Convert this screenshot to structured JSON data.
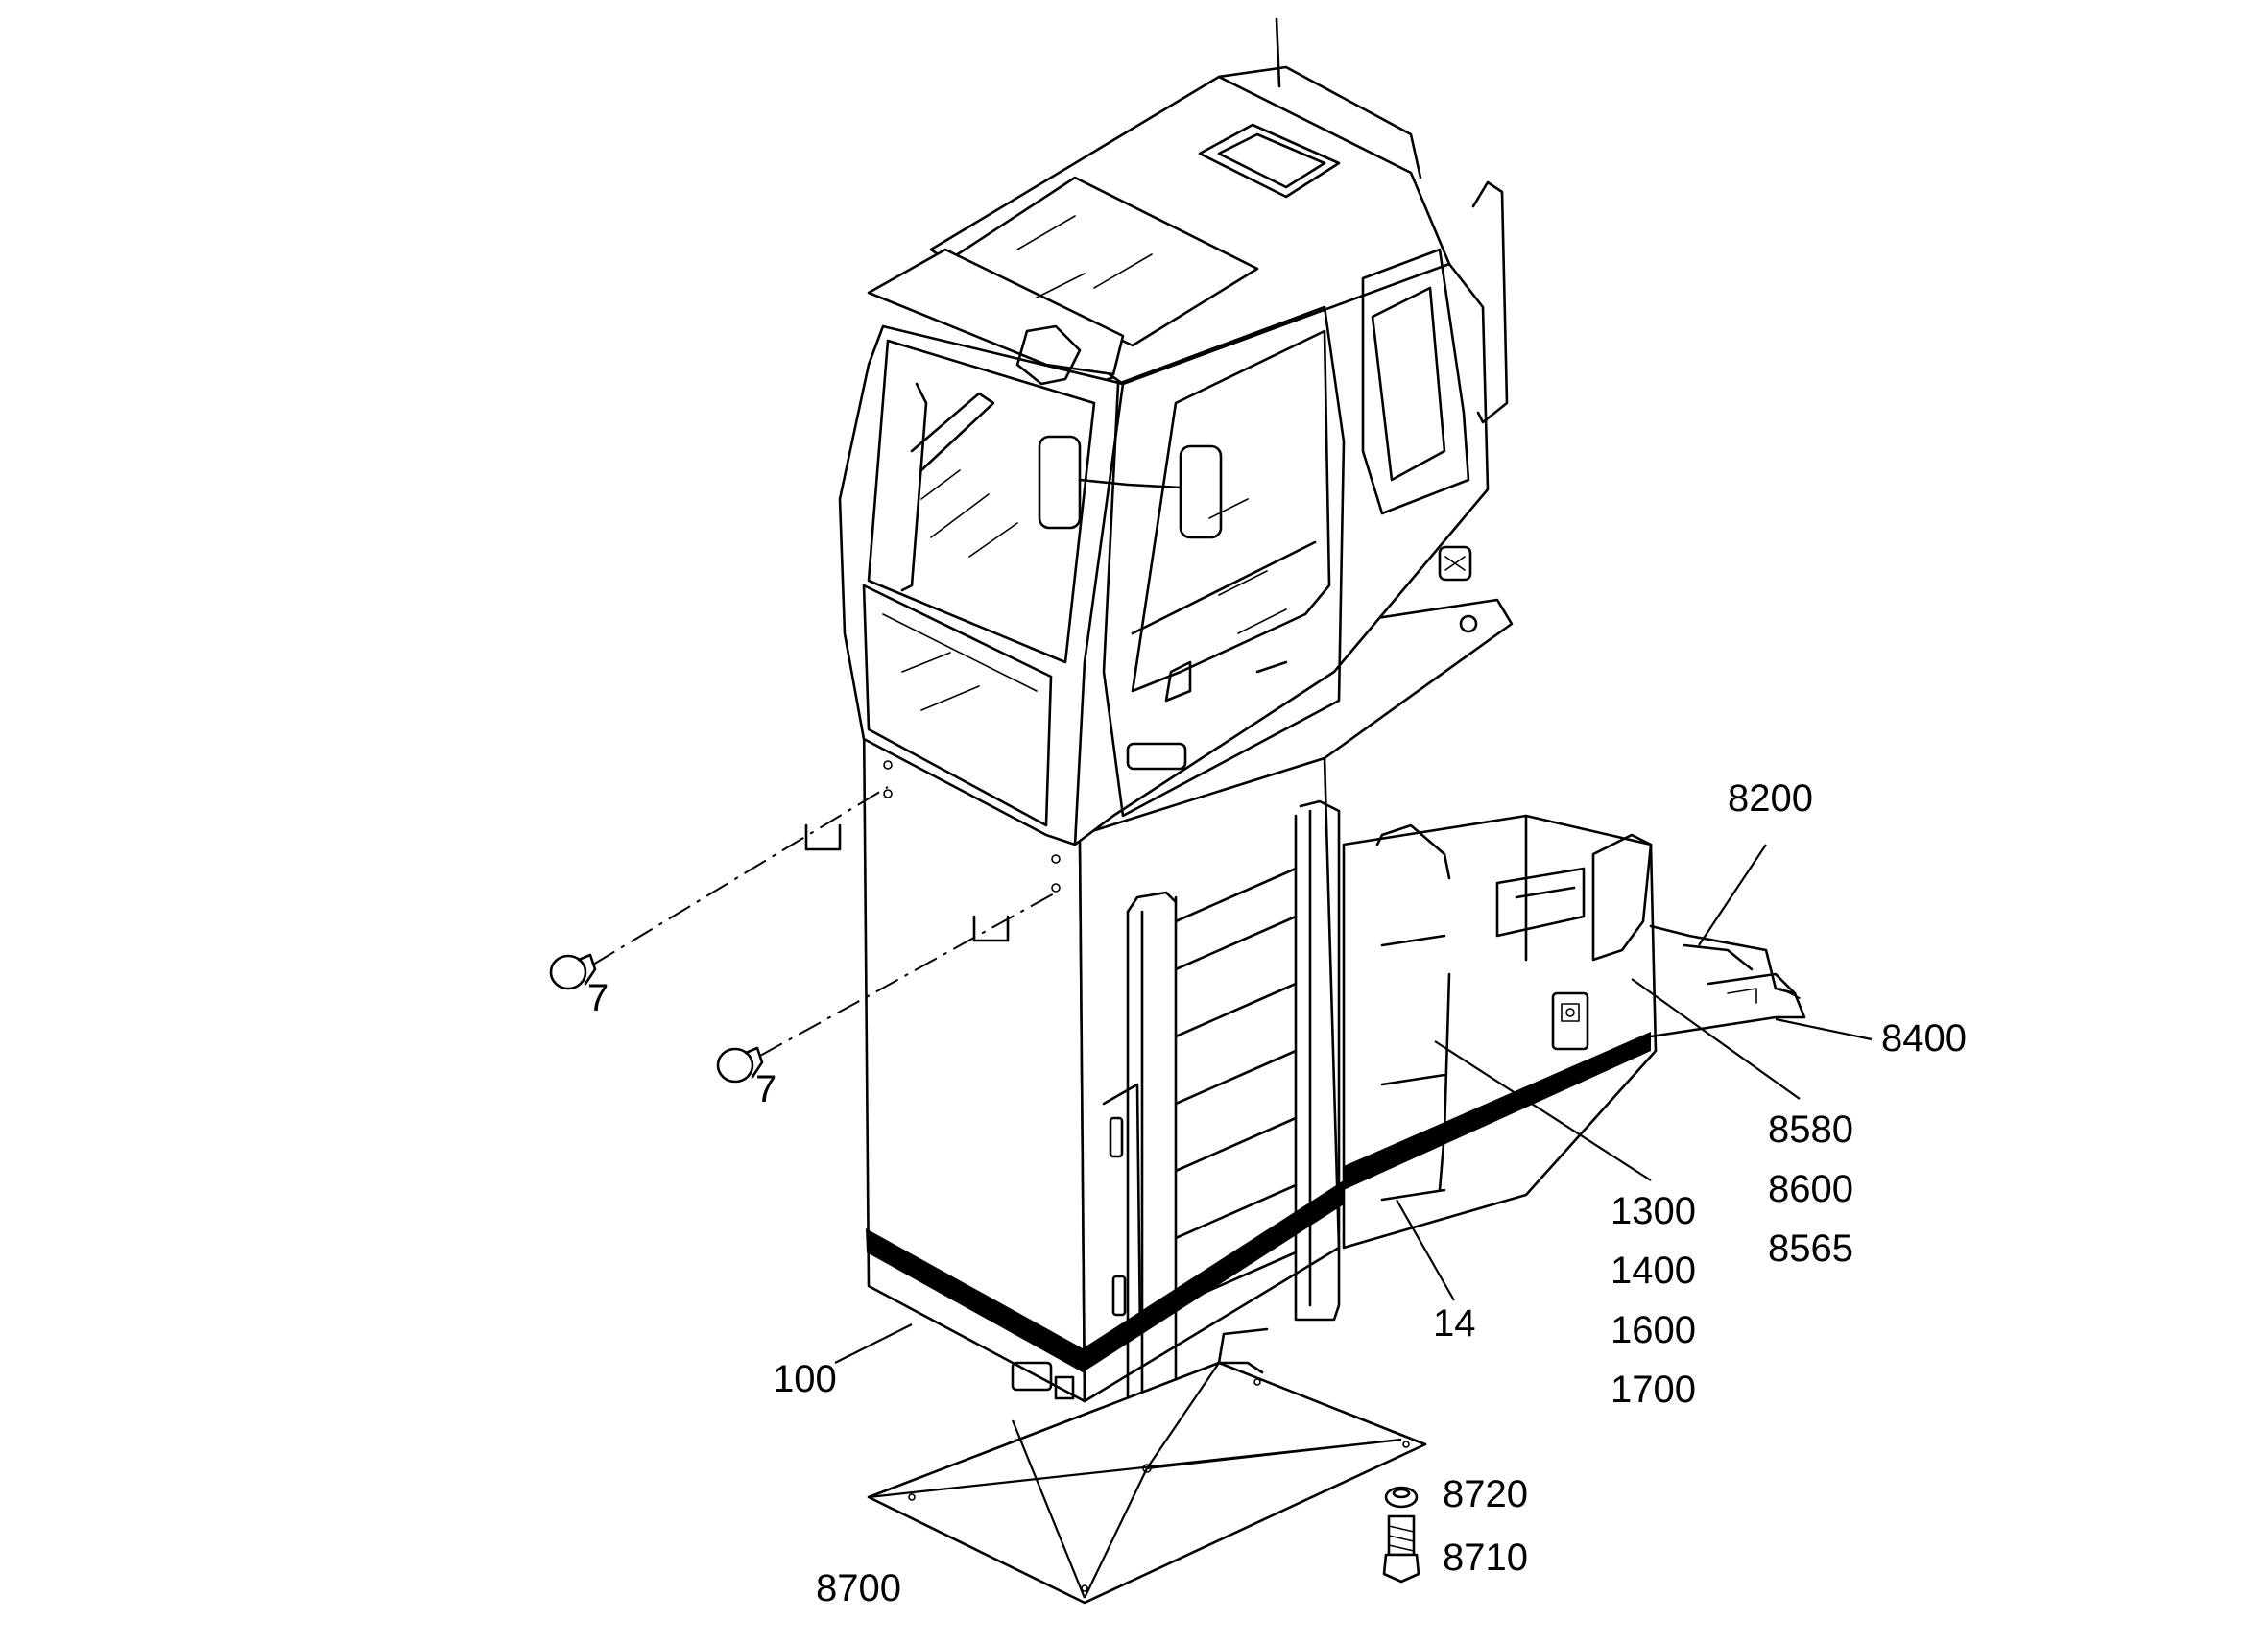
{
  "callouts": {
    "c_7a": "7",
    "c_7b": "7",
    "c_8200": "8200",
    "c_8400": "8400",
    "c_8580": "8580",
    "c_8600": "8600",
    "c_8565": "8565",
    "c_1300": "1300",
    "c_1400": "1400",
    "c_1600": "1600",
    "c_1700": "1700",
    "c_14": "14",
    "c_100": "100",
    "c_8720": "8720",
    "c_8710": "8710",
    "c_8700": "8700"
  }
}
